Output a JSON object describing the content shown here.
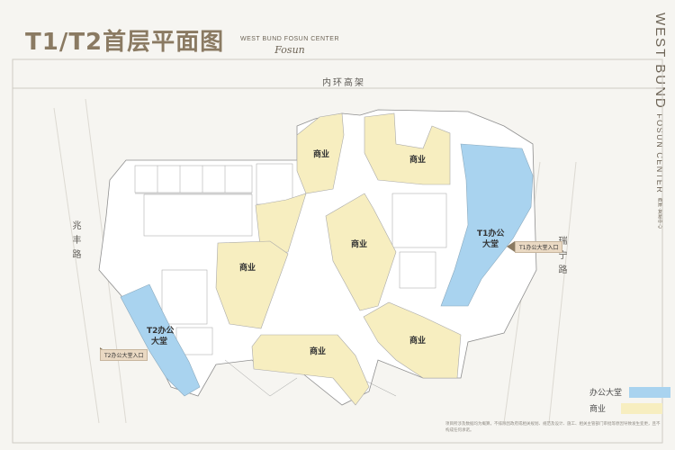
{
  "header": {
    "title": "T1/T2首层平面图",
    "brand_line": "WEST BUND FOSUN CENTER",
    "brand_script": "Fosun"
  },
  "side_brand": {
    "line1": "WEST BUND",
    "line2": "FOSUN CENTER",
    "line3": "西岸·复星中心"
  },
  "roads": {
    "top": "内环高架",
    "left": "兆丰路",
    "right": "瑞宁路"
  },
  "zones": {
    "retail": "商业",
    "t1_lobby_line1": "T1办公",
    "t1_lobby_line2": "大堂",
    "t2_lobby_line1": "T2办公",
    "t2_lobby_line2": "大堂"
  },
  "entrances": {
    "t1": "T1办公大堂入口",
    "t2": "T2办公大堂入口"
  },
  "legend": {
    "office_lobby": "办公大堂",
    "retail": "商业"
  },
  "colors": {
    "office_lobby": "#a9d3ef",
    "retail": "#f7eec0",
    "structure": "#ffffff",
    "line": "#9a9a9a"
  },
  "footer": "项目所涉及数据均为概算，不排除因政府或相关规划、规范及设计、施工、相关主管部门审批等原因导致发生变更，且不构成任何承诺。"
}
